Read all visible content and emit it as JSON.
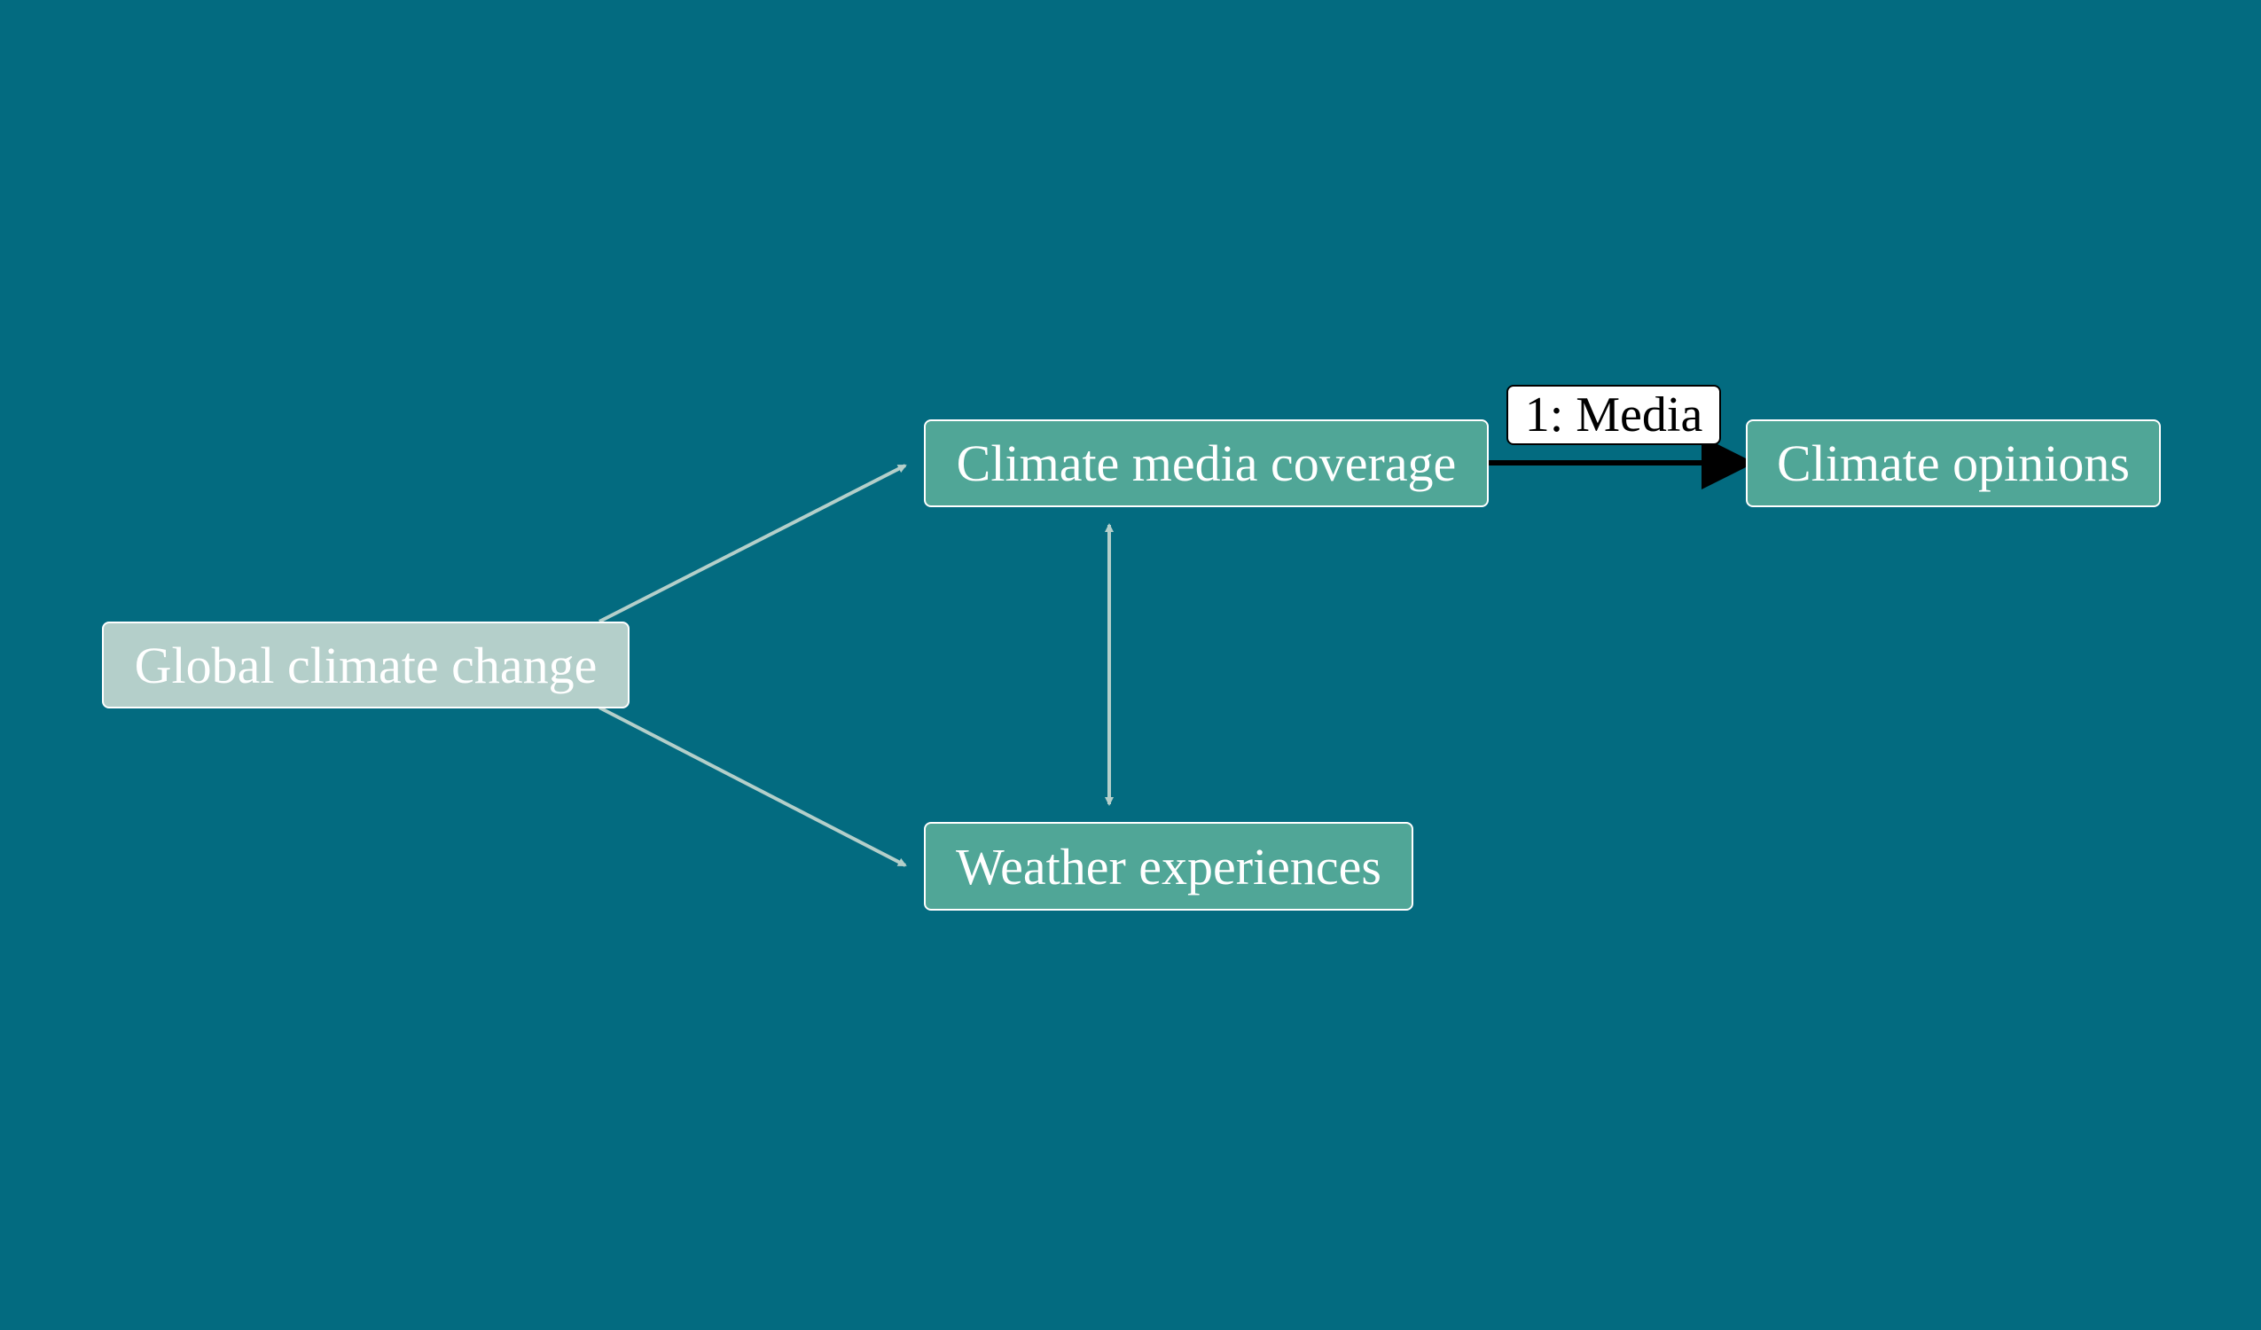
{
  "nodes": {
    "global": "Global climate change",
    "media": "Climate media coverage",
    "weather": "Weather experiences",
    "opinions": "Climate opinions"
  },
  "edges": {
    "media_label": "1: Media"
  },
  "colors": {
    "background": "#036b80",
    "node_fill": "#50a697",
    "root_fill": "#b4cfca",
    "edge": "#b4cfca",
    "highlight_edge": "#000000"
  }
}
